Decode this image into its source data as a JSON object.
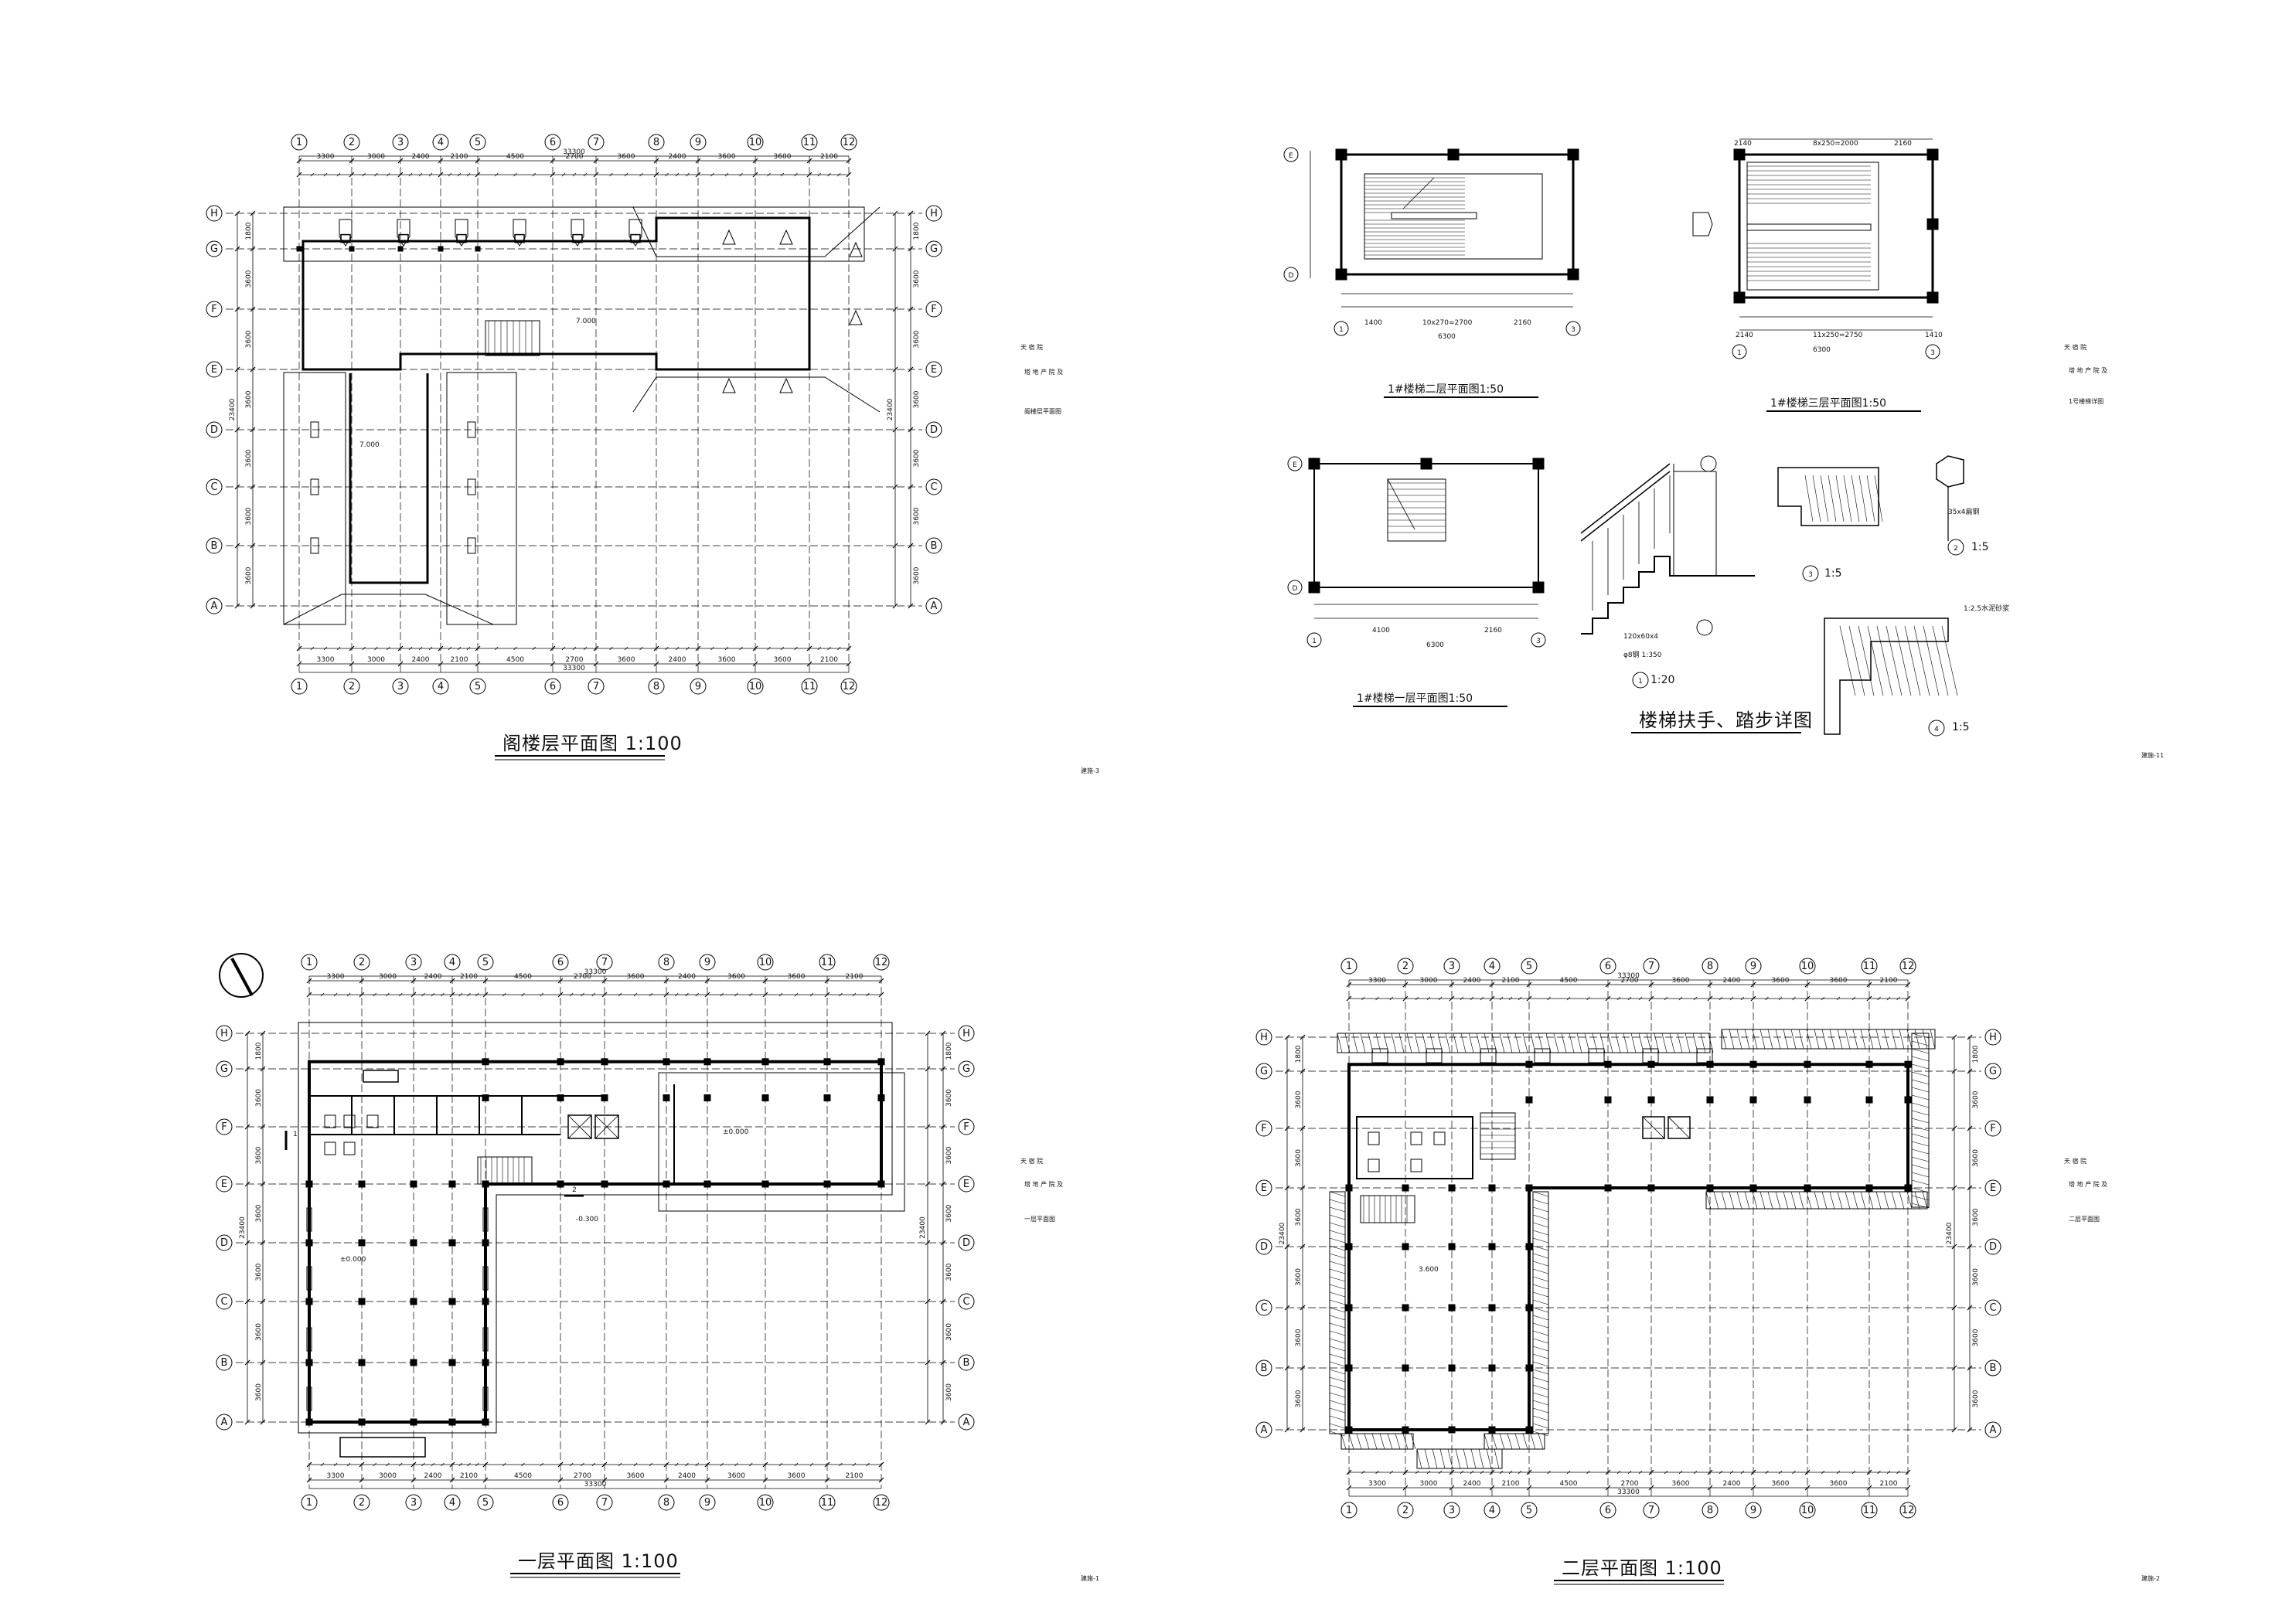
{
  "sheets": {
    "attic": {
      "title": "阁楼层平面图 1:100",
      "sheet_no": "建施-3",
      "side_block": [
        "天 宿 院",
        "塔 地 产 院 及",
        "阁楼层平面图"
      ],
      "level_a": "7.000",
      "level_b": "7.000"
    },
    "stair": {
      "title": "楼梯扶手、踏步详图",
      "sheet_no": "建施-11",
      "side_block": [
        "天 宿 院",
        "塔 地 产 院 及",
        "1号楼梯详图"
      ],
      "plan_a": "1#楼梯二层平面图1:50",
      "plan_b": "1#楼梯三层平面图1:50",
      "plan_c": "1#楼梯一层平面图1:50",
      "dims_a": [
        "1400",
        "10x270=2700",
        "2160"
      ],
      "dims_a_total": "6300",
      "dims_b_top": [
        "2140",
        "8x250=2000",
        "2160"
      ],
      "dims_b_bot": [
        "2140",
        "11x250=2750",
        "1410"
      ],
      "dims_b_total": "6300",
      "dims_c": [
        "4100",
        "2160"
      ],
      "dims_c_total": "6300",
      "d1": "1:20",
      "d2": "1:5",
      "d3": "1:5",
      "d4": "1:5",
      "d1_note_a": "120x60x4",
      "d1_note_b": "φ8钢 1:350",
      "d2_note": "35x4扁钢",
      "d4_note": "1:2.5水泥砂浆"
    },
    "floor1": {
      "title": "一层平面图 1:100",
      "sheet_no": "建施-1",
      "side_block": [
        "天 宿 院",
        "塔 地 产 院 及",
        "一层平面图"
      ],
      "level_a": "±0.000",
      "level_b": "±0.000",
      "level_c": "-0.300"
    },
    "floor2": {
      "title": "二层平面图 1:100",
      "sheet_no": "建施-2",
      "side_block": [
        "天 宿 院",
        "塔 地 产 院 及",
        "二层平面图"
      ],
      "level_a": "3.600"
    }
  },
  "grid": {
    "numbers": [
      "1",
      "2",
      "3",
      "4",
      "5",
      "6",
      "7",
      "8",
      "9",
      "10",
      "11",
      "12"
    ],
    "letters": [
      "A",
      "B",
      "C",
      "D",
      "E",
      "F",
      "G",
      "H"
    ],
    "bay_dims": [
      "3300",
      "3000",
      "2400",
      "2100",
      "4500",
      "2700",
      "3600",
      "2400",
      "3600",
      "3600",
      "2100"
    ],
    "total_x": "33300",
    "row_dims": [
      "3600",
      "3600",
      "3600",
      "3600",
      "3600",
      "3600",
      "1800"
    ],
    "total_y": "23400"
  },
  "colors": {
    "ink": "#000000",
    "hatch": "#333333"
  }
}
